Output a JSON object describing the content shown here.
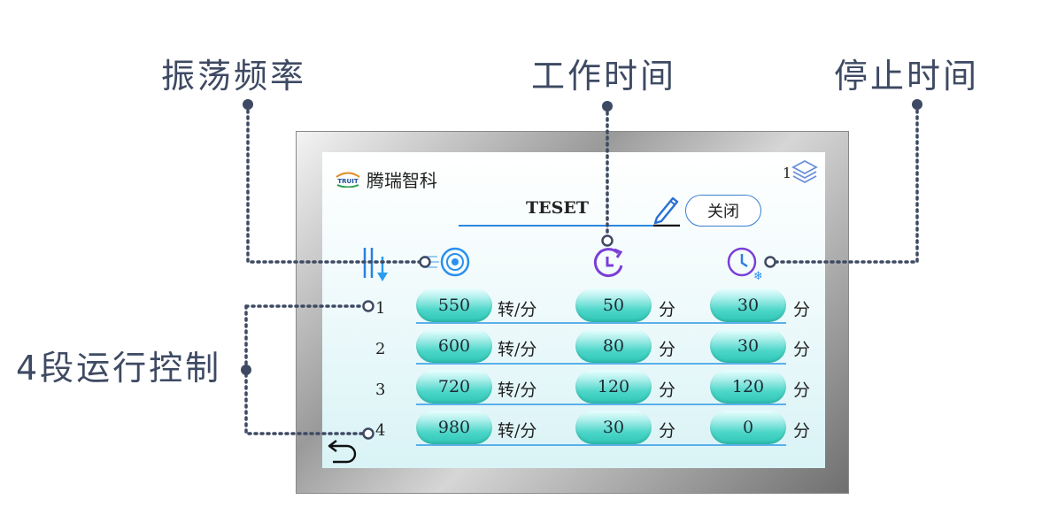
{
  "callouts": {
    "freq": "振荡频率",
    "work": "工作时间",
    "stop": "停止时间",
    "segments": "4段运行控制"
  },
  "screen": {
    "brand_logo_text": "TRUIT",
    "brand_name": "腾瑞智科",
    "page_num": "1",
    "title": "TESET",
    "close_label": "关闭",
    "rows": [
      {
        "num": "1",
        "speed": "550",
        "speed_unit": "转/分",
        "work": "50",
        "work_unit": "分",
        "stop": "30",
        "stop_unit": "分"
      },
      {
        "num": "2",
        "speed": "600",
        "speed_unit": "转/分",
        "work": "80",
        "work_unit": "分",
        "stop": "30",
        "stop_unit": "分"
      },
      {
        "num": "3",
        "speed": "720",
        "speed_unit": "转/分",
        "work": "120",
        "work_unit": "分",
        "stop": "120",
        "stop_unit": "分"
      },
      {
        "num": "4",
        "speed": "980",
        "speed_unit": "转/分",
        "work": "30",
        "work_unit": "分",
        "stop": "0",
        "stop_unit": "分"
      }
    ]
  },
  "colors": {
    "callout_text": "#3e4a63",
    "pill": "#2fc7b7",
    "accent": "#2a88e0",
    "icon": "#7a4fd0"
  }
}
